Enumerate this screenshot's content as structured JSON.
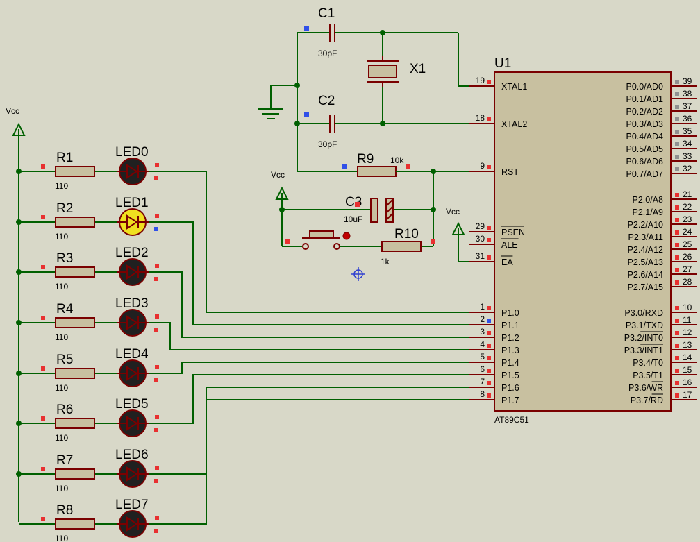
{
  "colors": {
    "background": "#d8d8c8",
    "wire": "#006000",
    "component": "#7a0000",
    "component_fill": "#c8c0a0",
    "led_off": "#202020",
    "led_on": "#f0e020",
    "led_glyph_off": "#7a0000",
    "marker_red": "#e83030",
    "marker_blue": "#3050e8"
  },
  "chip": {
    "ref": "U1",
    "part": "AT89C51",
    "left_pins": [
      {
        "num": "19",
        "name": "XTAL1"
      },
      {
        "num": "18",
        "name": "XTAL2"
      },
      {
        "num": "9",
        "name": "RST"
      },
      {
        "num": "29",
        "name": "PSEN"
      },
      {
        "num": "30",
        "name": "ALE"
      },
      {
        "num": "31",
        "name": "EA"
      },
      {
        "num": "1",
        "name": "P1.0"
      },
      {
        "num": "2",
        "name": "P1.1"
      },
      {
        "num": "3",
        "name": "P1.2"
      },
      {
        "num": "4",
        "name": "P1.3"
      },
      {
        "num": "5",
        "name": "P1.4"
      },
      {
        "num": "6",
        "name": "P1.5"
      },
      {
        "num": "7",
        "name": "P1.6"
      },
      {
        "num": "8",
        "name": "P1.7"
      }
    ],
    "right_pins": [
      {
        "num": "39",
        "name": "P0.0/AD0"
      },
      {
        "num": "38",
        "name": "P0.1/AD1"
      },
      {
        "num": "37",
        "name": "P0.2/AD2"
      },
      {
        "num": "36",
        "name": "P0.3/AD3"
      },
      {
        "num": "35",
        "name": "P0.4/AD4"
      },
      {
        "num": "34",
        "name": "P0.5/AD5"
      },
      {
        "num": "33",
        "name": "P0.6/AD6"
      },
      {
        "num": "32",
        "name": "P0.7/AD7"
      },
      {
        "num": "21",
        "name": "P2.0/A8"
      },
      {
        "num": "22",
        "name": "P2.1/A9"
      },
      {
        "num": "23",
        "name": "P2.2/A10"
      },
      {
        "num": "24",
        "name": "P2.3/A11"
      },
      {
        "num": "25",
        "name": "P2.4/A12"
      },
      {
        "num": "26",
        "name": "P2.5/A13"
      },
      {
        "num": "27",
        "name": "P2.6/A14"
      },
      {
        "num": "28",
        "name": "P2.7/A15"
      },
      {
        "num": "10",
        "name": "P3.0/RXD"
      },
      {
        "num": "11",
        "name": "P3.1/TXD"
      },
      {
        "num": "12",
        "name": "P3.2/INT0"
      },
      {
        "num": "13",
        "name": "P3.3/INT1"
      },
      {
        "num": "14",
        "name": "P3.4/T0"
      },
      {
        "num": "15",
        "name": "P3.5/T1"
      },
      {
        "num": "16",
        "name": "P3.6/WR"
      },
      {
        "num": "17",
        "name": "P3.7/RD"
      }
    ]
  },
  "led_rows": [
    {
      "resistor": "R1",
      "value": "110",
      "led": "LED0",
      "lit": false
    },
    {
      "resistor": "R2",
      "value": "110",
      "led": "LED1",
      "lit": true
    },
    {
      "resistor": "R3",
      "value": "110",
      "led": "LED2",
      "lit": false
    },
    {
      "resistor": "R4",
      "value": "110",
      "led": "LED3",
      "lit": false
    },
    {
      "resistor": "R5",
      "value": "110",
      "led": "LED4",
      "lit": false
    },
    {
      "resistor": "R6",
      "value": "110",
      "led": "LED5",
      "lit": false
    },
    {
      "resistor": "R7",
      "value": "110",
      "led": "LED6",
      "lit": false
    },
    {
      "resistor": "R8",
      "value": "110",
      "led": "LED7",
      "lit": false
    }
  ],
  "clock": {
    "c1": {
      "ref": "C1",
      "value": "30pF"
    },
    "c2": {
      "ref": "C2",
      "value": "30pF"
    },
    "crystal": {
      "ref": "X1"
    }
  },
  "reset": {
    "r9": {
      "ref": "R9",
      "value": "10k"
    },
    "r10": {
      "ref": "R10",
      "value": "1k"
    },
    "c3": {
      "ref": "C3",
      "value": "10uF"
    }
  },
  "power": {
    "vcc_label": "Vcc"
  }
}
